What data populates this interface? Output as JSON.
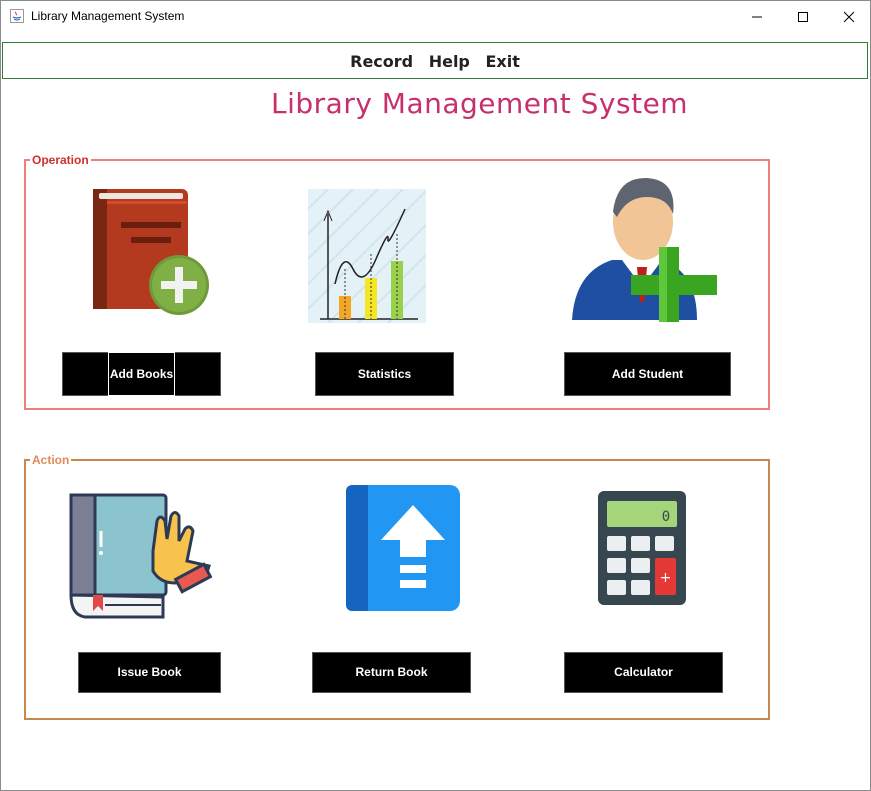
{
  "window": {
    "title": "Library Management System",
    "controls": [
      "minimize",
      "maximize",
      "close"
    ]
  },
  "menu": {
    "items": [
      {
        "label": "Record"
      },
      {
        "label": "Help"
      },
      {
        "label": "Exit"
      }
    ]
  },
  "heading": "Library Management System",
  "operation": {
    "legend": "Operation",
    "buttons": {
      "add_books": "Add Books",
      "statistics": "Statistics",
      "add_student": "Add Student"
    },
    "icons": [
      "book-add-icon",
      "statistics-chart-icon",
      "student-add-icon"
    ]
  },
  "action": {
    "legend": "Action",
    "buttons": {
      "issue_book": "Issue Book",
      "return_book": "Return Book",
      "calculator": "Calculator"
    },
    "icons": [
      "issue-book-icon",
      "return-book-icon",
      "calculator-icon"
    ]
  },
  "colors": {
    "heading": "#c8306a",
    "operation_border": "#ef7f7f",
    "action_border": "#c7884d",
    "menubar_border": "#2e7d32",
    "button_bg": "#000000"
  }
}
